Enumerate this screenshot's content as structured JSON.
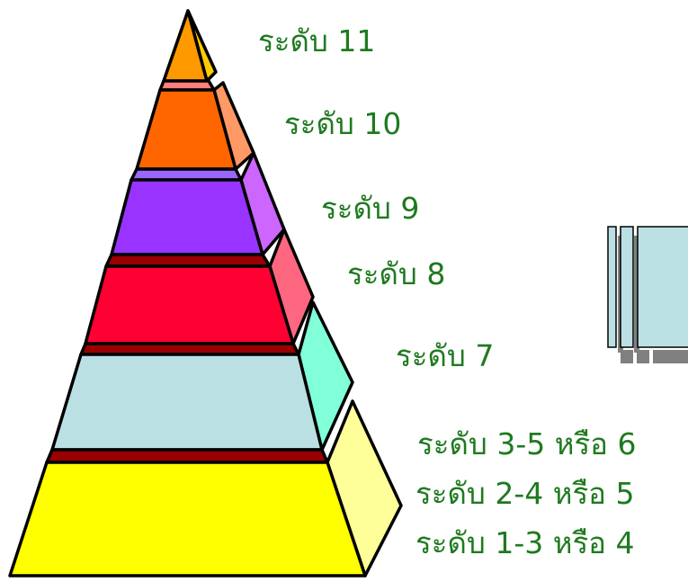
{
  "diagram": {
    "tiers": [
      {
        "id": "tier-11",
        "label": "ระดับ 11",
        "front": "#ff9900",
        "side": "#ffcc00",
        "band": null
      },
      {
        "id": "tier-10",
        "label": "ระดับ 10",
        "front": "#ff6600",
        "side": "#ff9966",
        "band": "#ff7f7f"
      },
      {
        "id": "tier-9",
        "label": "ระดับ 9",
        "front": "#9933ff",
        "side": "#cc66ff",
        "band": "#9966ff"
      },
      {
        "id": "tier-8",
        "label": "ระดับ 8",
        "front": "#ff0033",
        "side": "#ff6680",
        "band": "#990000"
      },
      {
        "id": "tier-7",
        "label": "ระดับ 7",
        "front": "#bbe0e3",
        "side": "#80ffd9",
        "band": "#990000"
      },
      {
        "id": "tier-base",
        "label": "ระดับ 3-5 หรือ 6",
        "front": "#ffff00",
        "side": "#ffff99",
        "band": "#990000"
      }
    ],
    "extra_labels": [
      "ระดับ 2-4 หรือ 5",
      "ระดับ 1-3 หรือ 4"
    ],
    "label_color": "#1f7a1f",
    "side_icon": {
      "name": "document-stack-icon",
      "fill": "#bbe0e3",
      "shadow": "#808080"
    }
  }
}
